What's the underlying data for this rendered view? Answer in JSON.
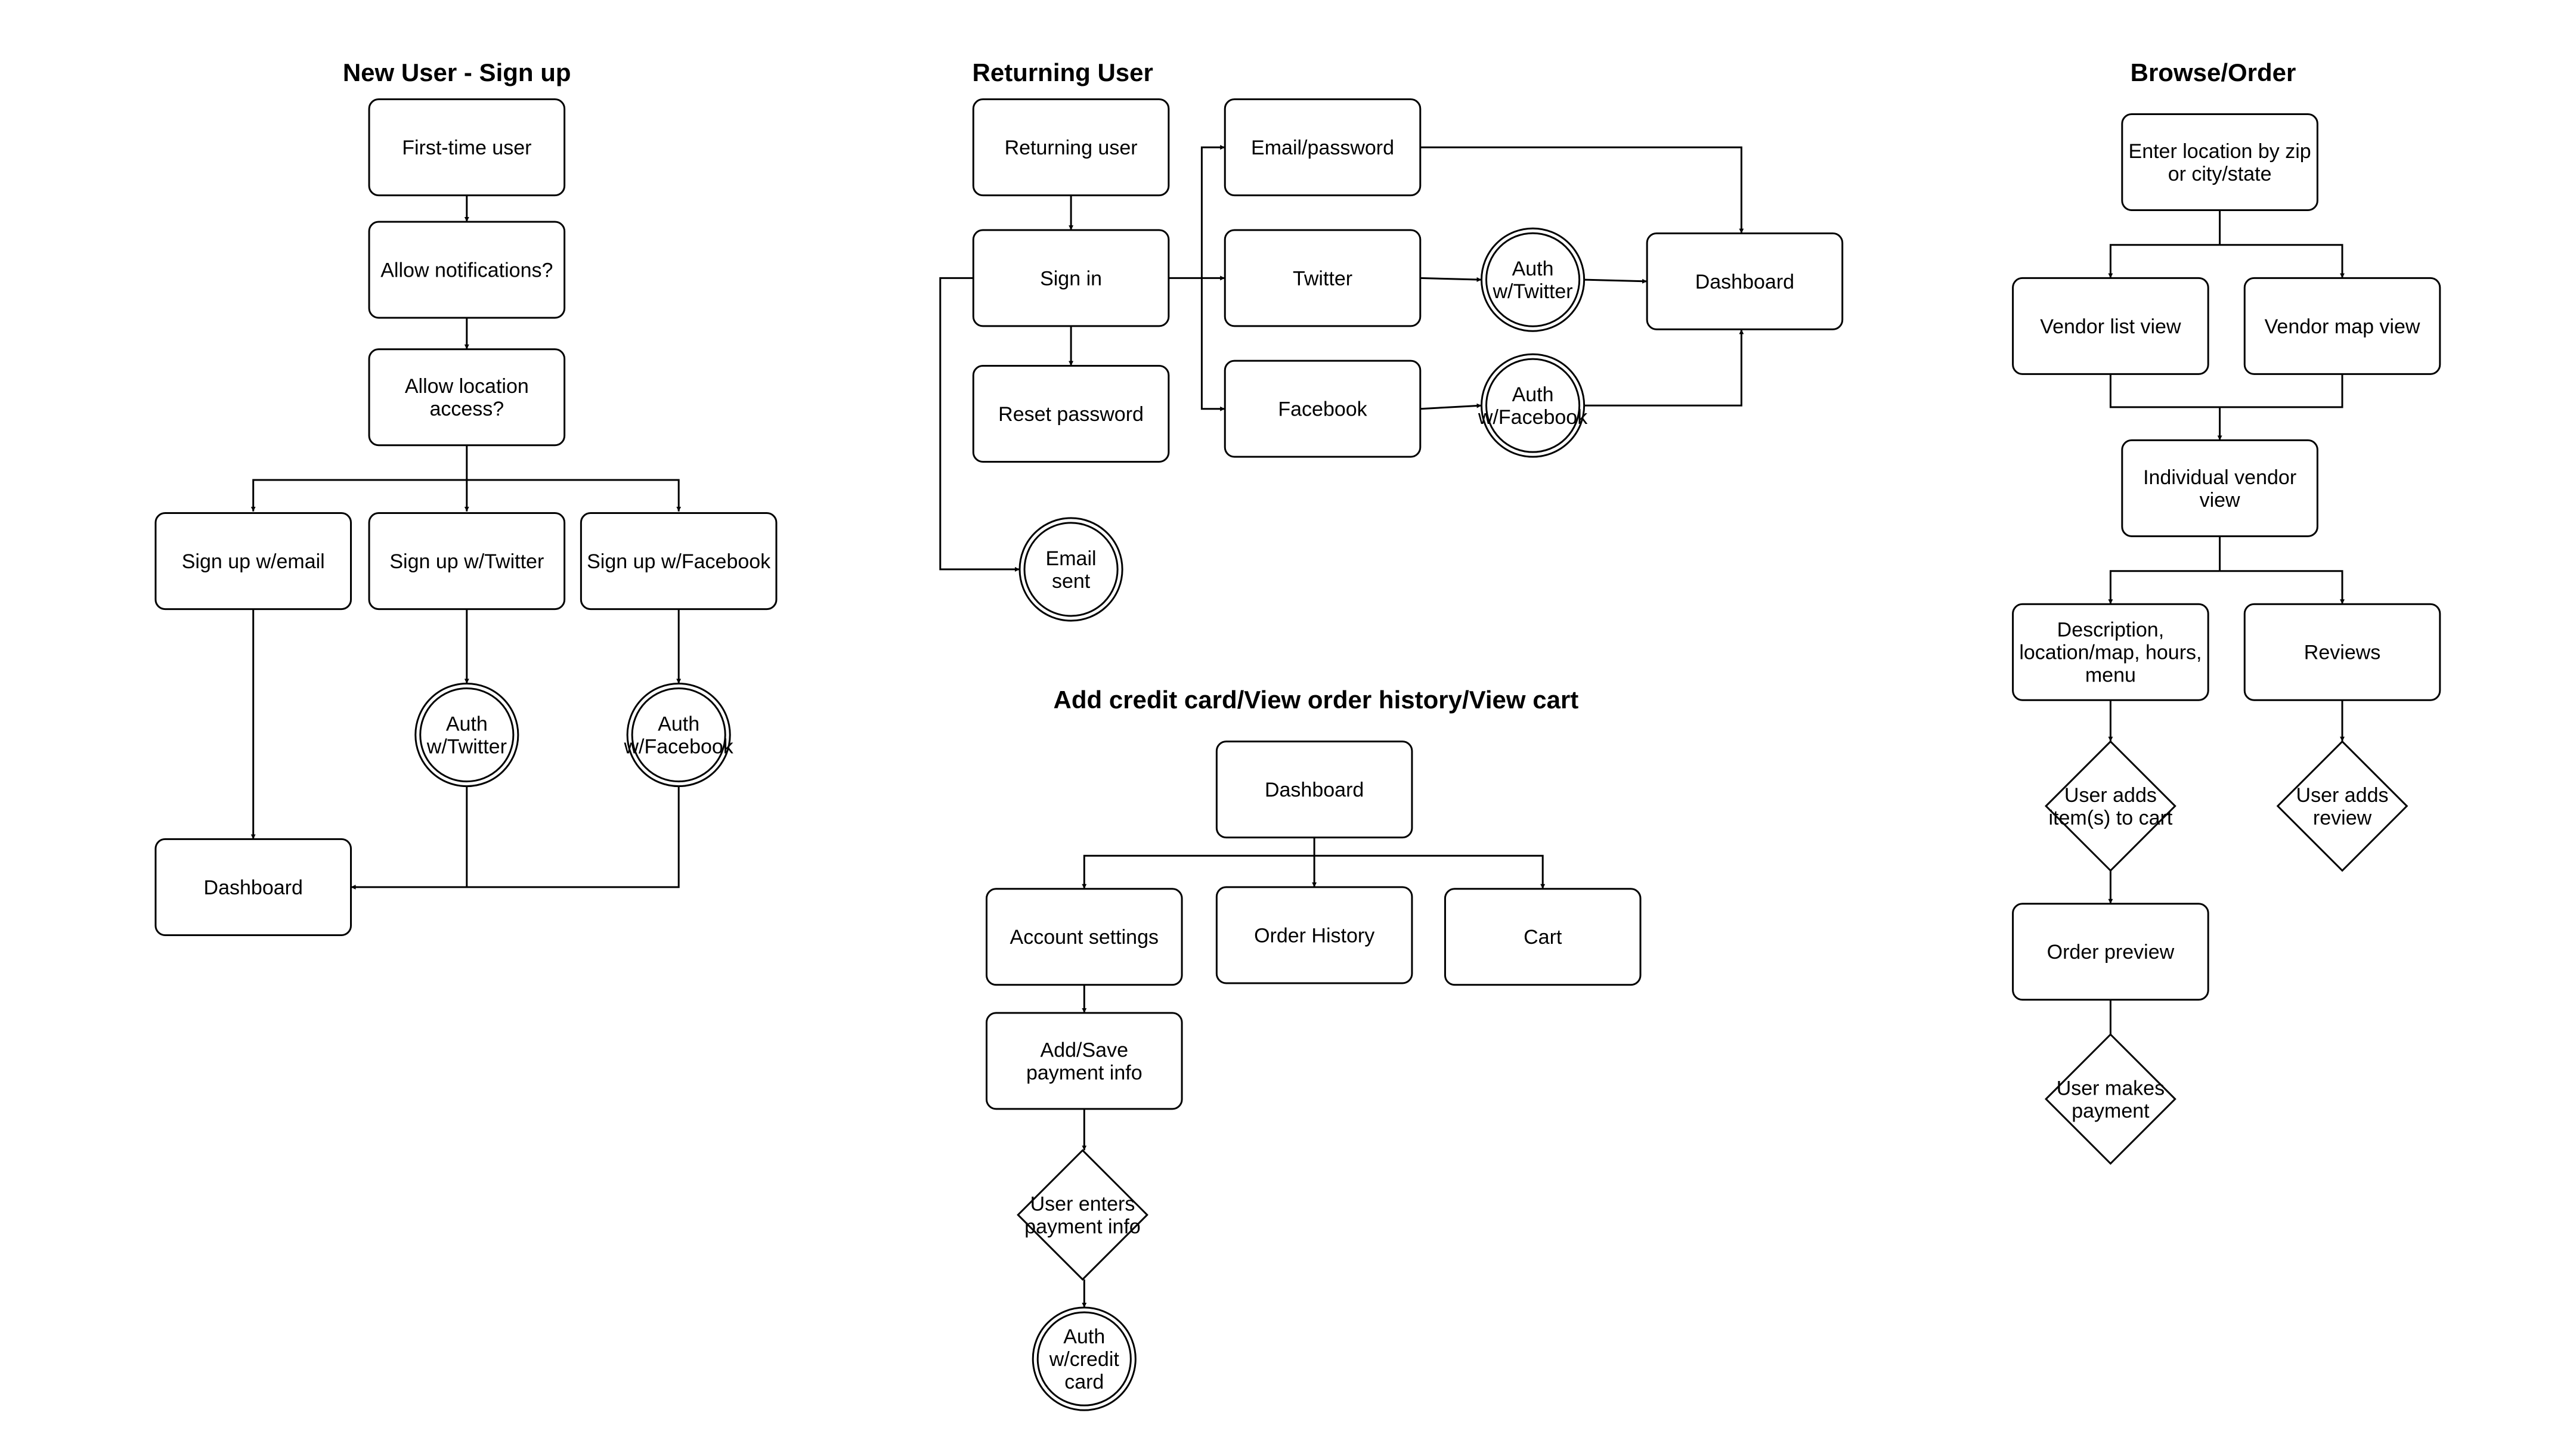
{
  "diagram": {
    "sections": [
      {
        "id": "signup",
        "title": "New User - Sign up"
      },
      {
        "id": "returning",
        "title": "Returning User"
      },
      {
        "id": "browse",
        "title": "Browse/Order"
      },
      {
        "id": "account",
        "title": "Add credit card/View order history/View cart"
      }
    ],
    "nodes": [
      {
        "id": "n_first",
        "shape": "rect",
        "lines": [
          "First-time user"
        ]
      },
      {
        "id": "n_notif",
        "shape": "rect",
        "lines": [
          "Allow notifications?"
        ]
      },
      {
        "id": "n_loc",
        "shape": "rect",
        "lines": [
          "Allow location",
          "access?"
        ]
      },
      {
        "id": "n_su_email",
        "shape": "rect",
        "lines": [
          "Sign up w/email"
        ]
      },
      {
        "id": "n_su_tw",
        "shape": "rect",
        "lines": [
          "Sign up w/Twitter"
        ]
      },
      {
        "id": "n_su_fb",
        "shape": "rect",
        "lines": [
          "Sign up w/Facebook"
        ]
      },
      {
        "id": "n_auth_tw1",
        "shape": "circle",
        "lines": [
          "Auth",
          "w/Twitter"
        ]
      },
      {
        "id": "n_auth_fb1",
        "shape": "circle",
        "lines": [
          "Auth",
          "w/Facebook"
        ]
      },
      {
        "id": "n_dash1",
        "shape": "rect",
        "lines": [
          "Dashboard"
        ]
      },
      {
        "id": "n_ret",
        "shape": "rect",
        "lines": [
          "Returning user"
        ]
      },
      {
        "id": "n_signin",
        "shape": "rect",
        "lines": [
          "Sign in"
        ]
      },
      {
        "id": "n_reset",
        "shape": "rect",
        "lines": [
          "Reset password"
        ]
      },
      {
        "id": "n_emailsent",
        "shape": "circle",
        "lines": [
          "Email",
          "sent"
        ]
      },
      {
        "id": "n_emailpw",
        "shape": "rect",
        "lines": [
          "Email/password"
        ]
      },
      {
        "id": "n_twitter",
        "shape": "rect",
        "lines": [
          "Twitter"
        ]
      },
      {
        "id": "n_facebook",
        "shape": "rect",
        "lines": [
          "Facebook"
        ]
      },
      {
        "id": "n_auth_tw2",
        "shape": "circle",
        "lines": [
          "Auth",
          "w/Twitter"
        ]
      },
      {
        "id": "n_auth_fb2",
        "shape": "circle",
        "lines": [
          "Auth",
          "w/Facebook"
        ]
      },
      {
        "id": "n_dash2",
        "shape": "rect",
        "lines": [
          "Dashboard"
        ]
      },
      {
        "id": "n_dash3",
        "shape": "rect",
        "lines": [
          "Dashboard"
        ]
      },
      {
        "id": "n_acct",
        "shape": "rect",
        "lines": [
          "Account settings"
        ]
      },
      {
        "id": "n_hist",
        "shape": "rect",
        "lines": [
          "Order History"
        ]
      },
      {
        "id": "n_cart",
        "shape": "rect",
        "lines": [
          "Cart"
        ]
      },
      {
        "id": "n_addpay",
        "shape": "rect",
        "lines": [
          "Add/Save",
          "payment info"
        ]
      },
      {
        "id": "n_enterpay",
        "shape": "diamond",
        "lines": [
          "User enters",
          "payment info"
        ]
      },
      {
        "id": "n_authcc",
        "shape": "circle",
        "lines": [
          "Auth",
          "w/credit",
          "card"
        ]
      },
      {
        "id": "n_enterloc",
        "shape": "rect",
        "lines": [
          "Enter location by zip",
          "or city/state"
        ]
      },
      {
        "id": "n_vlist",
        "shape": "rect",
        "lines": [
          "Vendor list view"
        ]
      },
      {
        "id": "n_vmap",
        "shape": "rect",
        "lines": [
          "Vendor map view"
        ]
      },
      {
        "id": "n_indiv",
        "shape": "rect",
        "lines": [
          "Individual vendor",
          "view"
        ]
      },
      {
        "id": "n_desc",
        "shape": "rect",
        "lines": [
          "Description,",
          "location/map, hours,",
          "menu"
        ]
      },
      {
        "id": "n_reviews",
        "shape": "rect",
        "lines": [
          "Reviews"
        ]
      },
      {
        "id": "n_additem",
        "shape": "diamond",
        "lines": [
          "User adds",
          "item(s) to cart"
        ]
      },
      {
        "id": "n_addrev",
        "shape": "diamond",
        "lines": [
          "User adds",
          "review"
        ]
      },
      {
        "id": "n_preview",
        "shape": "rect",
        "lines": [
          "Order preview"
        ]
      },
      {
        "id": "n_makepay",
        "shape": "diamond",
        "lines": [
          "User makes",
          "payment"
        ]
      }
    ]
  }
}
